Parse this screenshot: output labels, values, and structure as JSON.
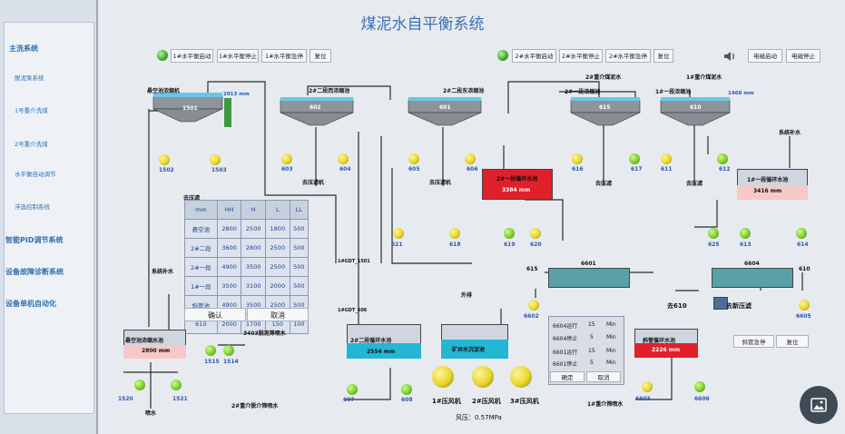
{
  "title": "煤泥水自平衡系统",
  "sidebar": {
    "items": [
      {
        "label": "主洗系统",
        "level": "main"
      },
      {
        "label": "脱泥泵系统",
        "level": "sub"
      },
      {
        "label": "1号重介洗煤",
        "level": "sub"
      },
      {
        "label": "2号重介洗煤",
        "level": "sub"
      },
      {
        "label": "水平衡自动调节",
        "level": "sub"
      },
      {
        "label": "浮选控制系统",
        "level": "sub"
      },
      {
        "label": "智能PID调节系统",
        "level": "main"
      },
      {
        "label": "设备故障诊断系统",
        "level": "main"
      },
      {
        "label": "设备单机自动化",
        "level": "main"
      }
    ]
  },
  "controls_left": {
    "start": "1#水平衡启动",
    "stop": "1#水平衡停止",
    "emergency": "1#水平衡急停",
    "reset": "复位"
  },
  "controls_right": {
    "start": "2#水平衡启动",
    "stop": "2#水平衡停止",
    "emergency": "2#水平衡急停",
    "reset": "复位"
  },
  "electric": {
    "start": "电磁启动",
    "stop": "电磁停止"
  },
  "thickeners": [
    {
      "label": "悬空池浓缩机",
      "id": "1501",
      "level": "2013 mm"
    },
    {
      "label": "2#二段西浓缩池",
      "id": "602"
    },
    {
      "label": "2#二段东浓缩池",
      "id": "601"
    },
    {
      "label": "2#一段浓缩池",
      "id": "615"
    },
    {
      "label": "1#一段浓缩池",
      "id": "610",
      "level": "1468 mm"
    }
  ],
  "labels": {
    "zhongjie_top": "2#重介煤泥水",
    "zhongjie_top2": "1#重介煤泥水",
    "to_filter": "去压滤",
    "to_filter_machine": "去压滤机",
    "system_water": "系统补水",
    "system_water2": "系统补水",
    "pipe_1501": "1#GDT_1501",
    "pipe_606": "1#GDT_606",
    "outer_drain": "外排",
    "to_610": "去610",
    "to_new_filter": "去新压滤",
    "spray": "喷水",
    "to_2_heavy": "2#重介脱介筛喷水",
    "to_3403": "3403脱泥筛喷水",
    "to_1_heavy": "1#重介筛喷水",
    "blower1": "1#压风机",
    "blower2": "2#压风机",
    "blower3": "3#压风机",
    "wind_pressure": "风压：0.57MPa",
    "tank_2nd": "2#一段循环水池",
    "tank_2nd_level": "3384 mm",
    "tank_1st": "1#一段循环水池",
    "tank_1st_level": "3416 mm",
    "tank_suspend": "悬空池浓缩水池",
    "tank_suspend_level": "2800 mm",
    "tank_2circ": "2#二段循环水池",
    "tank_2circ_level": "2554 mm",
    "tank_mine": "矿井水沉淀池",
    "tank_slant": "斜管循环水池",
    "tank_slant_level": "2226 mm",
    "slot_6601": "6601",
    "slot_6604": "6604",
    "n615": "615",
    "n610": "610",
    "n6602": "6602",
    "n6605": "6605",
    "n6603": "6603",
    "n6606": "6606",
    "n1520": "1520",
    "n1521": "1521",
    "n1515": "1515",
    "n1514": "1514",
    "n607": "607",
    "n608": "608",
    "emergency_stop": "斜管急停",
    "reset": "复位"
  },
  "pump_labels": {
    "p1502": "1502",
    "p1503": "1503",
    "p603": "603",
    "p604": "604",
    "p605": "605",
    "p606": "606",
    "p616": "616",
    "p617": "617",
    "p611": "611",
    "p612": "612",
    "p621": "621",
    "p618": "618",
    "p619": "619",
    "p620": "620",
    "p625": "625",
    "p613": "613",
    "p614": "614"
  },
  "level_table": {
    "headers": [
      "mm",
      "HH",
      "H",
      "L",
      "LL"
    ],
    "rows": [
      [
        "悬空池",
        "2800",
        "2500",
        "1800",
        "500"
      ],
      [
        "2#二段",
        "3600",
        "2800",
        "2500",
        "500"
      ],
      [
        "2#一段",
        "4900",
        "3500",
        "2500",
        "500"
      ],
      [
        "1#一段",
        "3500",
        "3100",
        "2000",
        "500"
      ],
      [
        "斜管池",
        "4900",
        "3500",
        "2500",
        "500"
      ],
      [
        "610",
        "2000",
        "1700",
        "150",
        "100"
      ]
    ],
    "confirm": "确认",
    "cancel": "取消"
  },
  "timer_panel": {
    "rows": [
      {
        "name": "6604运行",
        "value": "15",
        "unit": "Min"
      },
      {
        "name": "6604停止",
        "value": "5",
        "unit": "Min"
      },
      {
        "name": "6601运行",
        "value": "15",
        "unit": "Min"
      },
      {
        "name": "6601停止",
        "value": "5",
        "unit": "Min"
      }
    ],
    "confirm": "确定",
    "cancel": "取消"
  },
  "colors": {
    "red_tank": "#e0202a",
    "cyan_tank": "#23b7d4",
    "pink_label": "#f7c8c8",
    "pipe": "#2b2b2b"
  }
}
